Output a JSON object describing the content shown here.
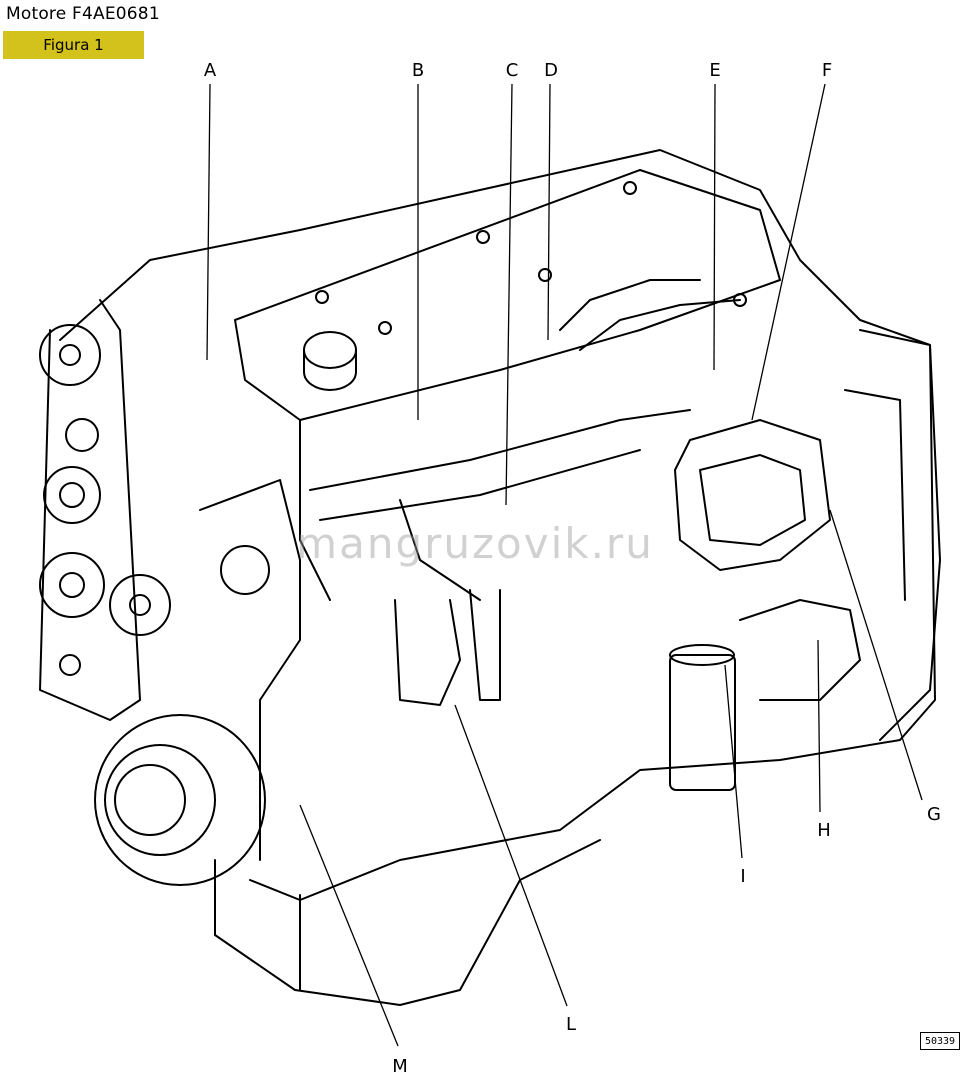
{
  "header": {
    "title": "Motore F4AE0681",
    "figure_label": "Figura 1",
    "badge_color": "#d4c21c"
  },
  "diagram": {
    "callouts": [
      "A",
      "B",
      "C",
      "D",
      "E",
      "F",
      "G",
      "H",
      "I",
      "L",
      "M"
    ],
    "watermark": "mangruzovik.ru",
    "figure_code": "50339",
    "line_color": "#000000"
  }
}
